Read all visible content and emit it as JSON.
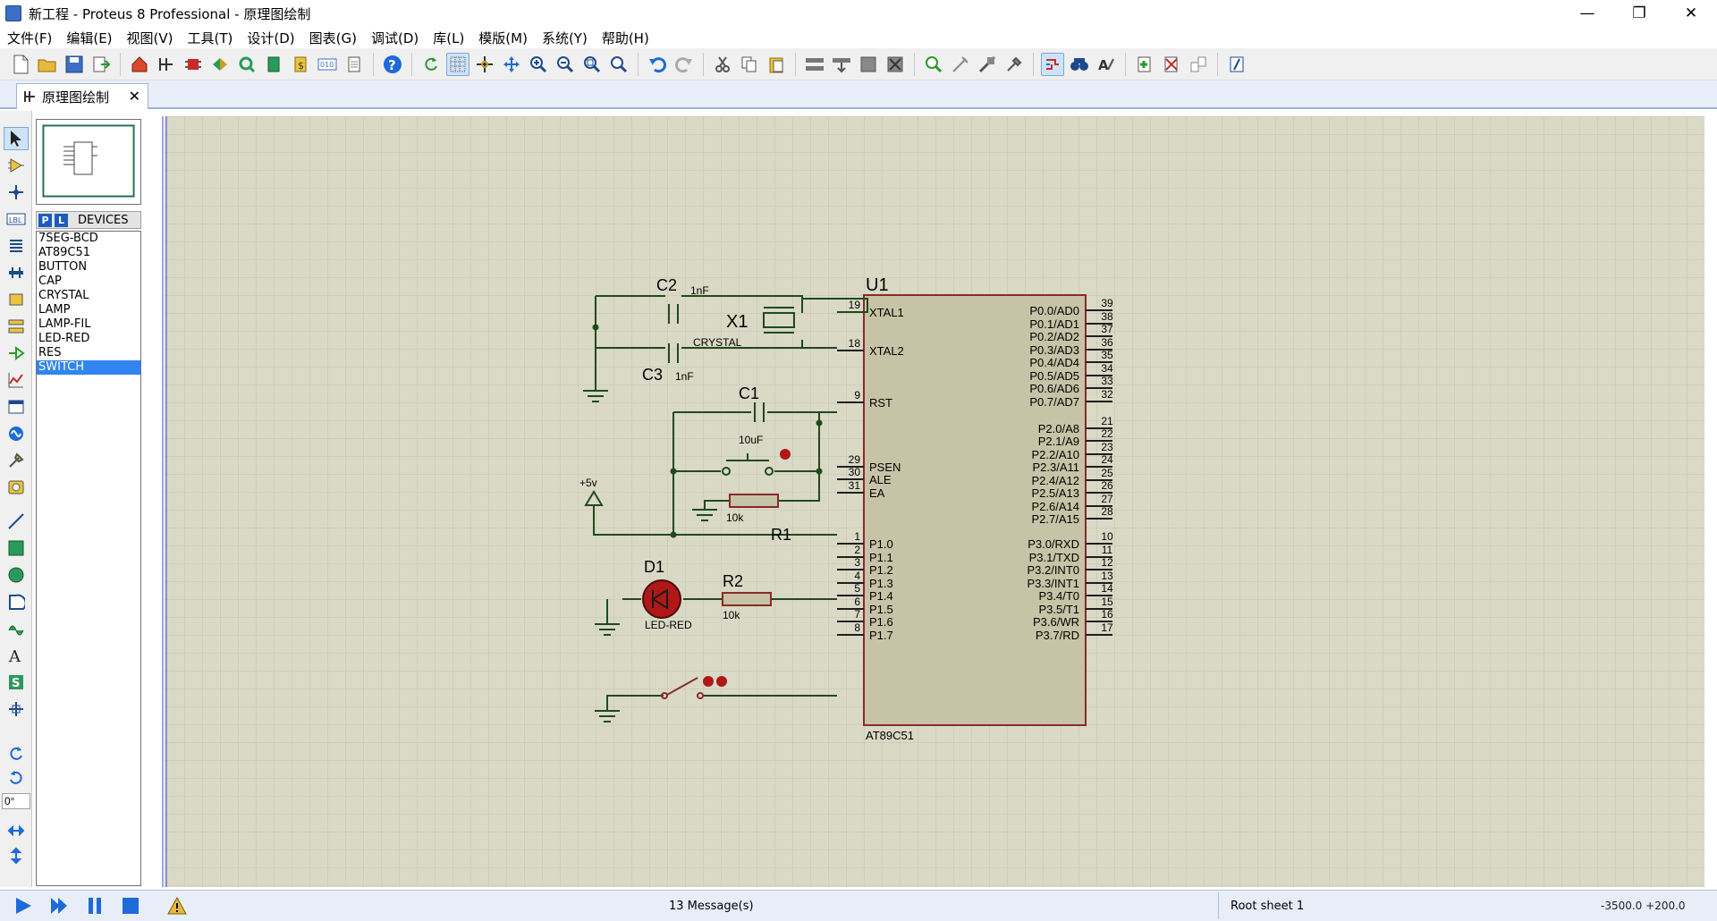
{
  "window": {
    "title": "新工程 - Proteus 8 Professional - 原理图绘制",
    "minimize": "—",
    "maximize": "❐",
    "close": "✕"
  },
  "menu": [
    "文件(F)",
    "编辑(E)",
    "视图(V)",
    "工具(T)",
    "设计(D)",
    "图表(G)",
    "调试(D)",
    "库(L)",
    "模版(M)",
    "系统(Y)",
    "帮助(H)"
  ],
  "tab": {
    "label": "原理图绘制",
    "close": "✕"
  },
  "devices": {
    "header_p": "P",
    "header_l": "L",
    "title": "DEVICES",
    "items": [
      "7SEG-BCD",
      "AT89C51",
      "BUTTON",
      "CAP",
      "CRYSTAL",
      "LAMP",
      "LAMP-FIL",
      "LED-RED",
      "RES",
      "SWITCH"
    ],
    "selected": "SWITCH"
  },
  "rotation": "0°",
  "schematic": {
    "u1": {
      "ref": "U1",
      "part": "AT89C51"
    },
    "c2": {
      "ref": "C2",
      "value": "1nF"
    },
    "c3": {
      "ref": "C3",
      "value": "1nF"
    },
    "c1": {
      "ref": "C1",
      "value": "10uF"
    },
    "x1": {
      "ref": "X1",
      "value": "CRYSTAL"
    },
    "r1": {
      "ref": "R1",
      "value": "10k"
    },
    "r2": {
      "ref": "R2",
      "value": "10k"
    },
    "d1": {
      "ref": "D1",
      "value": "LED-RED"
    },
    "power": "+5v",
    "left_pins": [
      {
        "num": "19",
        "name": "XTAL1"
      },
      {
        "num": "18",
        "name": "XTAL2"
      },
      {
        "num": "9",
        "name": "RST"
      },
      {
        "num": "29",
        "name": "PSEN"
      },
      {
        "num": "30",
        "name": "ALE"
      },
      {
        "num": "31",
        "name": "EA"
      },
      {
        "num": "1",
        "name": "P1.0"
      },
      {
        "num": "2",
        "name": "P1.1"
      },
      {
        "num": "3",
        "name": "P1.2"
      },
      {
        "num": "4",
        "name": "P1.3"
      },
      {
        "num": "5",
        "name": "P1.4"
      },
      {
        "num": "6",
        "name": "P1.5"
      },
      {
        "num": "7",
        "name": "P1.6"
      },
      {
        "num": "8",
        "name": "P1.7"
      }
    ],
    "right_pins": [
      {
        "num": "39",
        "name": "P0.0/AD0"
      },
      {
        "num": "38",
        "name": "P0.1/AD1"
      },
      {
        "num": "37",
        "name": "P0.2/AD2"
      },
      {
        "num": "36",
        "name": "P0.3/AD3"
      },
      {
        "num": "35",
        "name": "P0.4/AD4"
      },
      {
        "num": "34",
        "name": "P0.5/AD5"
      },
      {
        "num": "33",
        "name": "P0.6/AD6"
      },
      {
        "num": "32",
        "name": "P0.7/AD7"
      },
      {
        "num": "21",
        "name": "P2.0/A8"
      },
      {
        "num": "22",
        "name": "P2.1/A9"
      },
      {
        "num": "23",
        "name": "P2.2/A10"
      },
      {
        "num": "24",
        "name": "P2.3/A11"
      },
      {
        "num": "25",
        "name": "P2.4/A12"
      },
      {
        "num": "26",
        "name": "P2.5/A13"
      },
      {
        "num": "27",
        "name": "P2.6/A14"
      },
      {
        "num": "28",
        "name": "P2.7/A15"
      },
      {
        "num": "10",
        "name": "P3.0/RXD"
      },
      {
        "num": "11",
        "name": "P3.1/TXD"
      },
      {
        "num": "12",
        "name": "P3.2/INT0"
      },
      {
        "num": "13",
        "name": "P3.3/INT1"
      },
      {
        "num": "14",
        "name": "P3.4/T0"
      },
      {
        "num": "15",
        "name": "P3.5/T1"
      },
      {
        "num": "16",
        "name": "P3.6/WR"
      },
      {
        "num": "17",
        "name": "P3.7/RD"
      }
    ]
  },
  "status": {
    "messages": "13 Message(s)",
    "sheet": "Root sheet 1",
    "coords": "-3500.0  +200.0"
  },
  "colors": {
    "sheet": "#d9d9c6",
    "grid": "#c2c2ad",
    "chip_fill": "#c7c3a6",
    "chip_border": "#8a2a2a",
    "wire": "#1e4a1e",
    "accent": "#3284f0"
  }
}
